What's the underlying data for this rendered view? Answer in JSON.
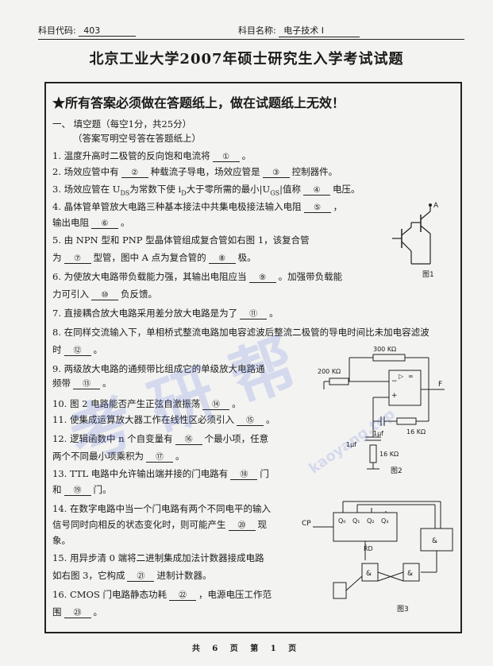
{
  "header": {
    "code_label": "科目代码:",
    "code_value": "403",
    "name_label": "科目名称:",
    "name_value": "电子技术 I"
  },
  "title": "北京工业大学2007年硕士研究生入学考试试题",
  "notice": "★所有答案必须做在答题纸上，做在试题纸上无效！",
  "section": {
    "heading": "一、  填空题（每空1分，共25分）",
    "sub": "（答案写明空号答在答题纸上）"
  },
  "questions": [
    {
      "n": "1.",
      "a": "温度升高时二极管的反向饱和电流将",
      "b": "①",
      "c": "。"
    },
    {
      "n": "2.",
      "a": "场效应管中有",
      "b": "②",
      "c": "种载流子导电，场效应管是",
      "d": "③",
      "e": "控制器件。"
    },
    {
      "n": "3.",
      "a": "场效应管在 U",
      "sub": "DS",
      "c": "为常数下使 i",
      "sub2": "D",
      "d": "大于零所需的最小|U",
      "sub3": "GS",
      "e": "|值称",
      "f": "④",
      "g": "电压。"
    },
    {
      "n": "4.",
      "a": "晶体管单管放大电路三种基本接法中共集电极接法输入电阻",
      "b": "⑤",
      "c": "，"
    },
    {
      "n": "",
      "a": "输出电阻",
      "b": "⑥",
      "c": "。"
    },
    {
      "n": "5.",
      "a": "由 NPN 型和 PNP 型晶体管组成复合管如右图 1，该复合管"
    },
    {
      "n": "",
      "a": "为",
      "b": "⑦",
      "c": "型管，图中 A 点为复合管的",
      "d": "⑧",
      "e": "极。"
    },
    {
      "n": "6.",
      "a": "为使放大电路带负载能力强，其输出电阻应当",
      "b": "⑨",
      "c": "。加强带负载能"
    },
    {
      "n": "",
      "a": "力可引入",
      "b": "⑩",
      "c": "负反馈。"
    },
    {
      "n": "7.",
      "a": "直接耦合放大电路采用差分放大电路是为了",
      "b": "⑪",
      "c": "。"
    },
    {
      "n": "8.",
      "a": "在同样交流输入下，单相桥式整流电路加电容滤波后整流二极管的导电时间比未加电容滤波"
    },
    {
      "n": "",
      "a": "时",
      "b": "⑫",
      "c": "。"
    },
    {
      "n": "9.",
      "a": "两级放大电路的通频带比组成它的单级放大电路通"
    },
    {
      "n": "",
      "a": "频带",
      "b": "⑬",
      "c": "。"
    },
    {
      "n": "10.",
      "a": "图 2 电路能否产生正弦自激振荡",
      "b": "⑭",
      "c": "。"
    },
    {
      "n": "11.",
      "a": "使集成运算放大器工作在线性区必须引入",
      "b": "⑮",
      "c": "。"
    },
    {
      "n": "12.",
      "a": "逻辑函数中 n 个自变量有",
      "b": "⑯",
      "c": "个最小项，任意"
    },
    {
      "n": "",
      "a": "两个不同最小项乘积为",
      "b": "⑰",
      "c": "。"
    },
    {
      "n": "13.",
      "a": "TTL 电路中允许输出端并接的门电路有",
      "b": "⑱",
      "c": "门"
    },
    {
      "n": "",
      "a": "和",
      "b": "⑲",
      "c": "门。"
    },
    {
      "n": "14.",
      "a": "在数字电路中当一个门电路有两个不同电平的输入"
    },
    {
      "n": "",
      "a": "信号同时向相反的状态变化时，则可能产生",
      "b": "⑳",
      "c": "现"
    },
    {
      "n": "",
      "a": "象。"
    },
    {
      "n": "15.",
      "a": "用异步清 0 端将二进制集成加法计数器接成电路"
    },
    {
      "n": "",
      "a": "如右图 3，它构成",
      "b": "㉑",
      "c": "进制计数器。"
    },
    {
      "n": "16.",
      "a": "CMOS 门电路静态功耗",
      "b": "㉒",
      "c": "，电源电压工作范"
    },
    {
      "n": "",
      "a": "围",
      "b": "㉓",
      "c": "。"
    }
  ],
  "fig1": {
    "label": "图1",
    "point": "A"
  },
  "fig2": {
    "label": "图2",
    "r_top": "300 KΩ",
    "r_in": "200 KΩ",
    "r_mid": "16 KΩ",
    "r_bot": "16 KΩ",
    "c1": "1μf",
    "c2": "1μf",
    "out": "F",
    "inf": "∞",
    "triangle": "▷",
    "plus": "+",
    "minus": "−"
  },
  "fig3": {
    "label": "图3",
    "cp": "CP",
    "q0": "Q₀",
    "q1": "Q₁",
    "q2": "Q₂",
    "q3": "Q₃",
    "rd": "R̄D",
    "gate": "&"
  },
  "watermark": {
    "text": "考 研 帮",
    "url": "kaoyang.top"
  },
  "footer": "共 6 页 第 1 页"
}
